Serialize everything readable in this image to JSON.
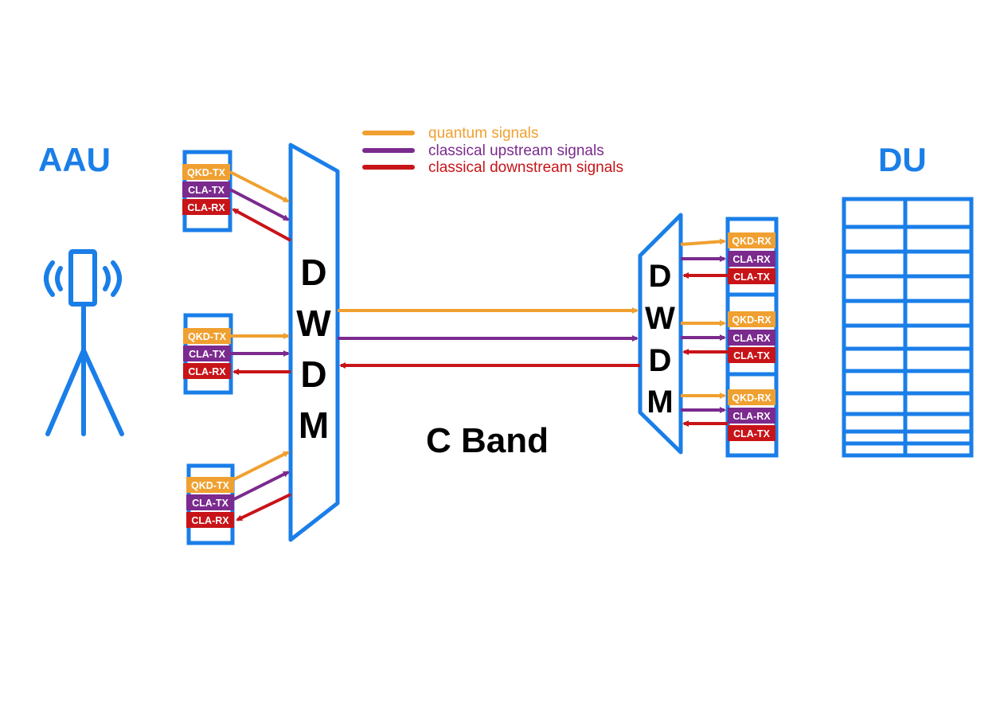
{
  "colors": {
    "blue": "#1a7ee8",
    "quantum": "#f0a030",
    "upstream": "#7b2a8e",
    "downstream": "#c81418",
    "text": "#000000"
  },
  "labels": {
    "aau": "AAU",
    "du": "DU",
    "band": "C Band"
  },
  "legend": [
    {
      "text": "quantum signals",
      "color_key": "quantum"
    },
    {
      "text": "classical upstream signals",
      "color_key": "upstream"
    },
    {
      "text": "classical downstream signals",
      "color_key": "downstream"
    }
  ],
  "mux_left": {
    "letters": [
      "D",
      "W",
      "D",
      "M"
    ]
  },
  "mux_right": {
    "letters": [
      "D",
      "W",
      "D",
      "M"
    ]
  },
  "left_modules": [
    {
      "tags": [
        "QKD-TX",
        "CLA-TX",
        "CLA-RX"
      ]
    },
    {
      "tags": [
        "QKD-TX",
        "CLA-TX",
        "CLA-RX"
      ]
    },
    {
      "tags": [
        "QKD-TX",
        "CLA-TX",
        "CLA-RX"
      ]
    }
  ],
  "right_modules": [
    {
      "tags": [
        "QKD-RX",
        "CLA-RX",
        "CLA-TX"
      ]
    },
    {
      "tags": [
        "QKD-RX",
        "CLA-RX",
        "CLA-TX"
      ]
    },
    {
      "tags": [
        "QKD-RX",
        "CLA-RX",
        "CLA-TX"
      ]
    }
  ],
  "icons": {
    "antenna": "antenna-tower-icon",
    "server": "server-rack-icon"
  }
}
